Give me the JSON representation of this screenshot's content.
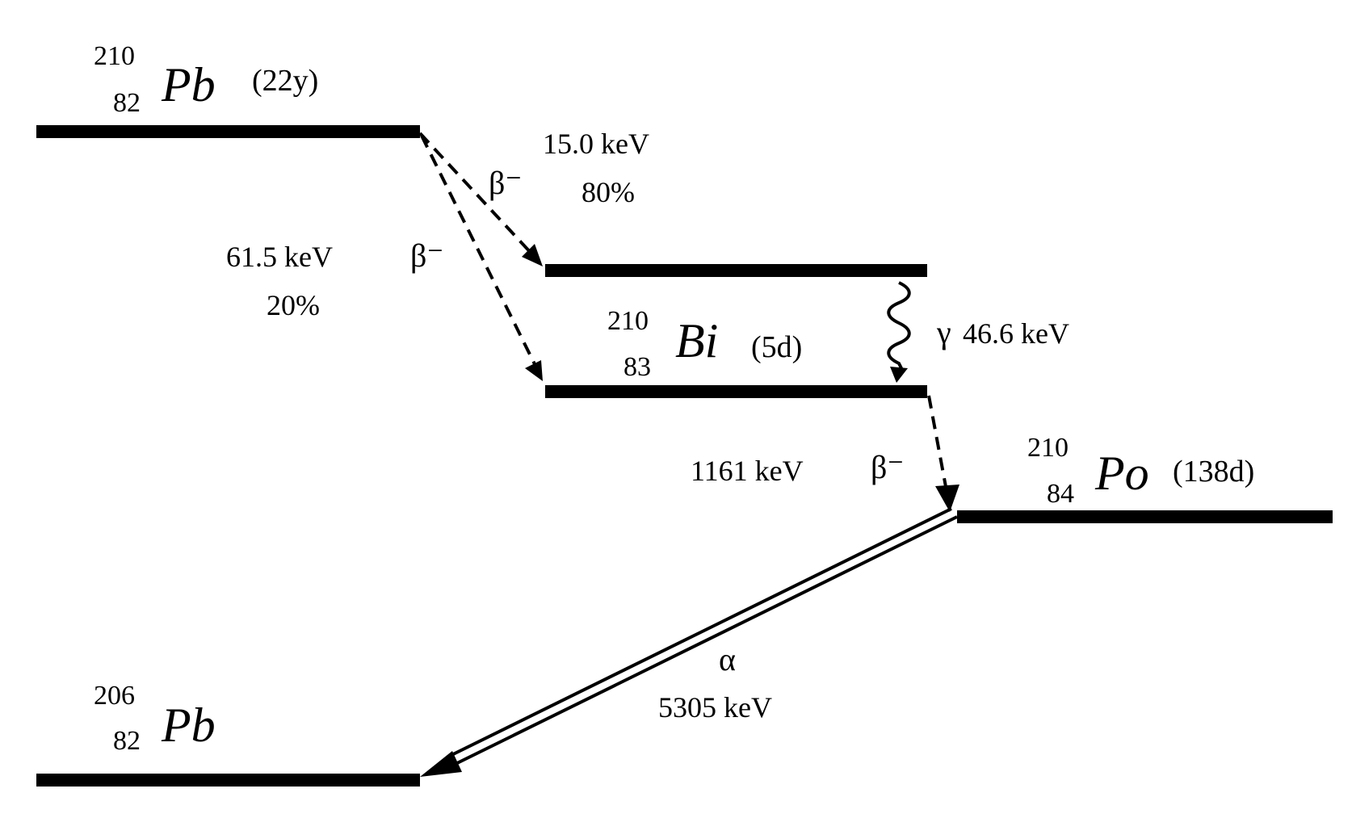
{
  "nuclides": {
    "pb210": {
      "mass": "210",
      "atomic": "82",
      "symbol": "Pb",
      "half_life": "(22y)"
    },
    "bi210": {
      "mass": "210",
      "atomic": "83",
      "symbol": "Bi",
      "half_life": "(5d)"
    },
    "po210": {
      "mass": "210",
      "atomic": "84",
      "symbol": "Po",
      "half_life": "(138d)"
    },
    "pb206": {
      "mass": "206",
      "atomic": "82",
      "symbol": "Pb"
    }
  },
  "transitions": {
    "beta_pb_upper": {
      "particle": "β⁻",
      "energy": "15.0 keV",
      "branch": "80%"
    },
    "beta_pb_lower": {
      "particle": "β⁻",
      "energy": "61.5 keV",
      "branch": "20%"
    },
    "gamma_bi": {
      "particle": "γ",
      "energy": "46.6 keV"
    },
    "beta_bi_po": {
      "particle": "β⁻",
      "energy": "1161 keV"
    },
    "alpha_po_pb": {
      "particle": "α",
      "energy": "5305 keV"
    }
  },
  "colors": {
    "line": "#000000",
    "background": "#ffffff"
  }
}
